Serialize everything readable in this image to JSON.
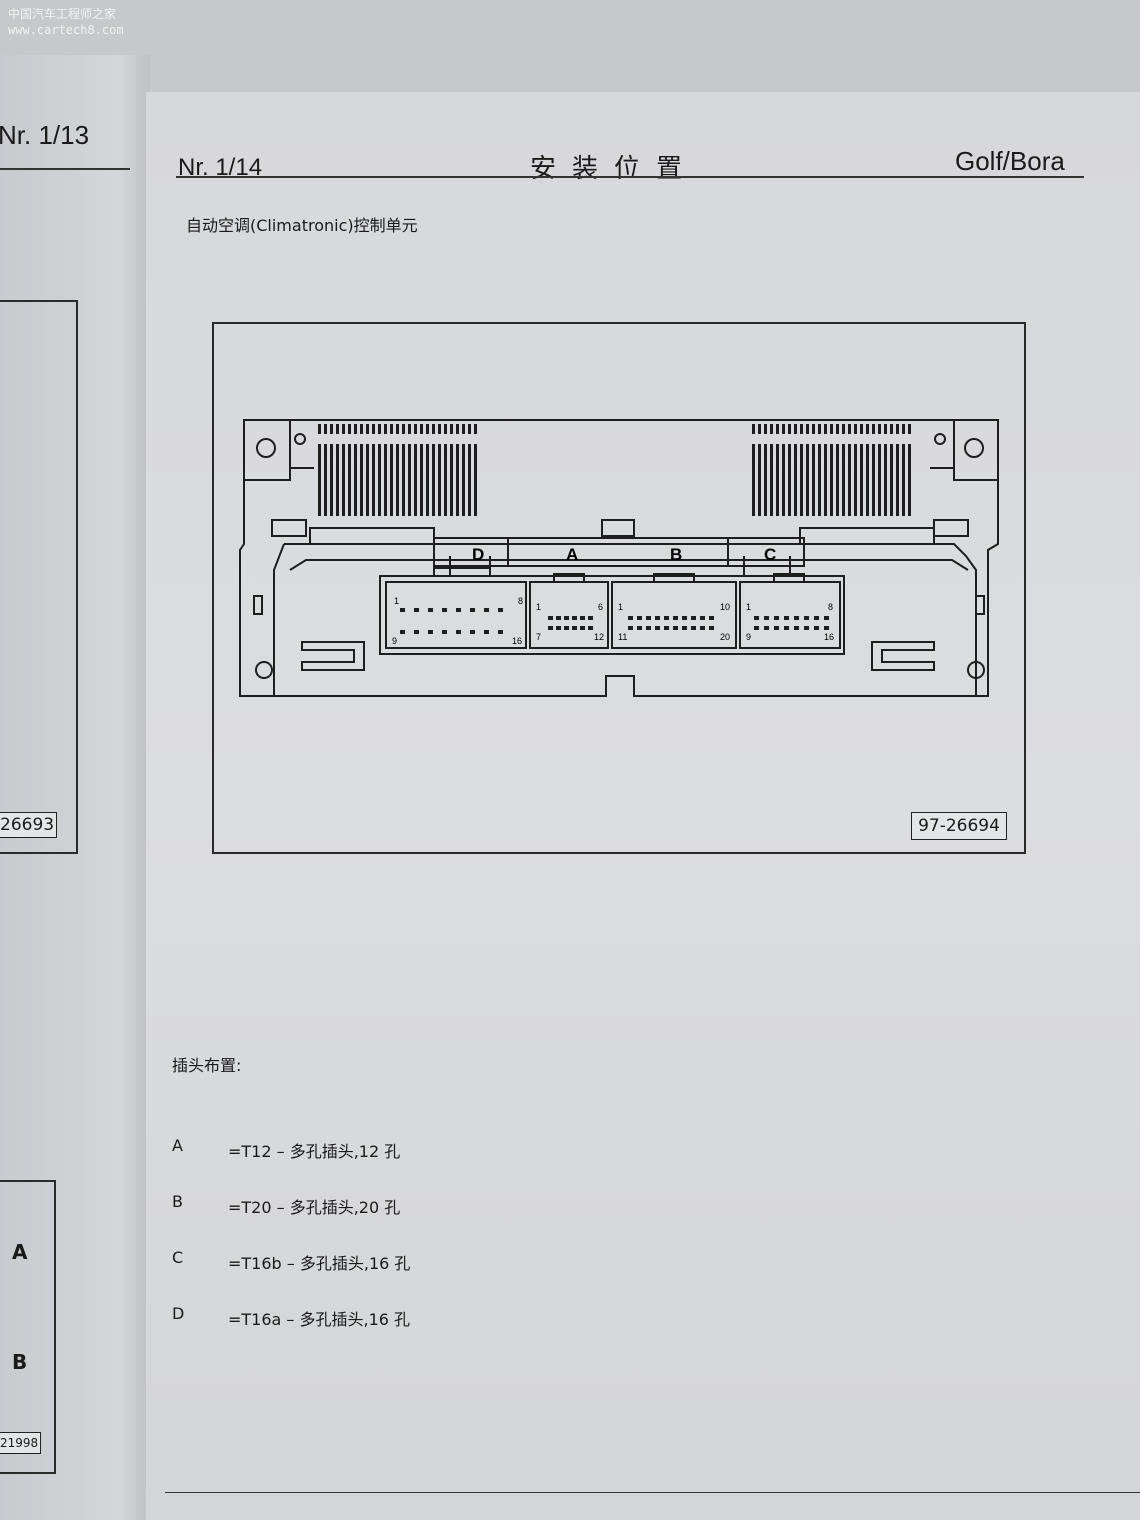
{
  "watermark": {
    "line1": "中国汽车工程师之家",
    "line2": "www.cartech8.com"
  },
  "header": {
    "page_number": "Nr. 1/14",
    "title": "安装位置",
    "model": "Golf/Bora"
  },
  "subtitle": "自动空调(Climatronic)控制单元",
  "figure": {
    "tag": "97-26694",
    "connector_labels": [
      "D",
      "A",
      "B",
      "C"
    ],
    "pin_labels": {
      "D": {
        "top_left": "1",
        "top_right": "8",
        "bottom_left": "9",
        "bottom_right": "16"
      },
      "A": {
        "top_left": "1",
        "top_right": "6",
        "bottom_left": "7",
        "bottom_right": "12"
      },
      "B": {
        "top_left": "1",
        "top_right": "10",
        "bottom_left": "11",
        "bottom_right": "20"
      },
      "C": {
        "top_left": "1",
        "top_right": "8",
        "bottom_left": "9",
        "bottom_right": "16"
      }
    }
  },
  "plug_layout": {
    "heading": "插头布置:",
    "items": [
      {
        "key": "A",
        "value": "=T12 – 多孔插头,12 孔"
      },
      {
        "key": "B",
        "value": "=T20 – 多孔插头,20 孔"
      },
      {
        "key": "C",
        "value": "=T16b – 多孔插头,16 孔"
      },
      {
        "key": "D",
        "value": "=T16a – 多孔插头,16 孔"
      }
    ]
  },
  "left_page": {
    "page_number": "Nr. 1/13",
    "figure_tag_partial": "26693",
    "figure_tag2_partial": "21998",
    "label_a": "A",
    "label_b": "B"
  }
}
